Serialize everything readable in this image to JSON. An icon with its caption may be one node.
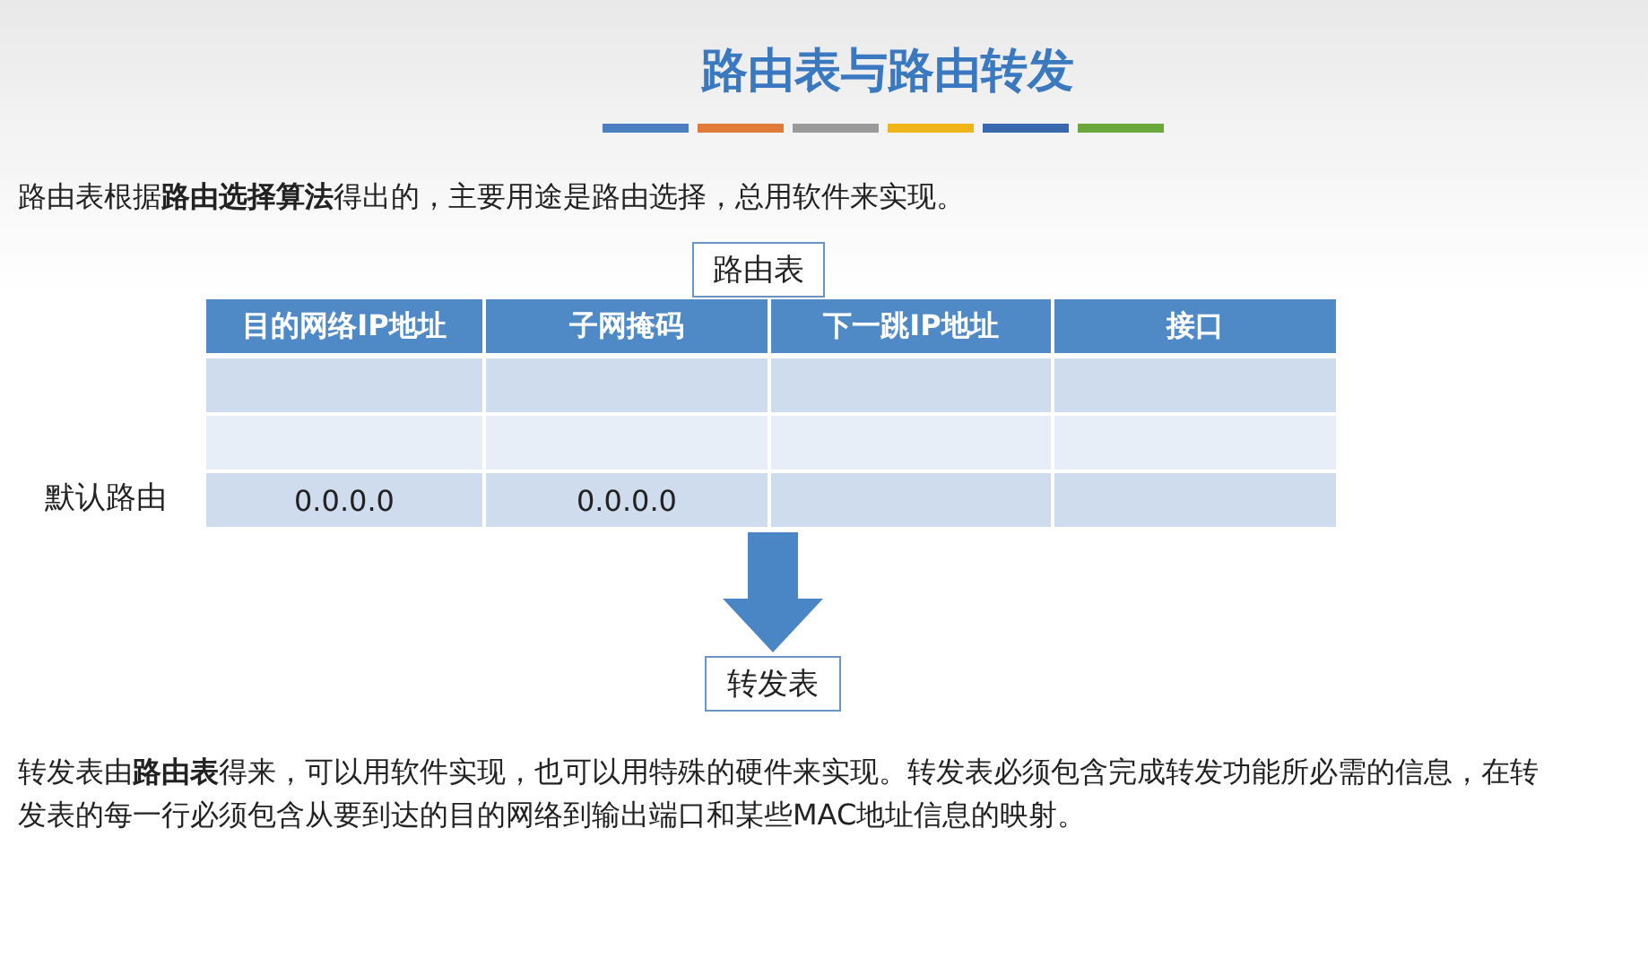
{
  "diagram": {
    "title": "路由表与路由转发",
    "nodes": [
      {
        "text": [
          "路由表"
        ]
      },
      {
        "text": [
          "转发表"
        ]
      }
    ],
    "edges": [
      {
        "from": 0,
        "to": 1,
        "arrow": "to"
      }
    ],
    "labels": [
      "路由表根据**路由选择算法**得出的，主要用途是路由选择，总用软件来实现。",
      "目的网络IP地址",
      "子网掩码",
      "下一跳IP地址",
      "接口",
      "默认路由",
      "0.0.0.0",
      "0.0.0.0",
      "转发表由**路由表**得来，可以用软件实现，也可以用特殊的硬件来实现。转发表必须包含完成转发功能所必需的信息，在转发表的每一行必须包含从要到达的目的网络到输出端口和某些MAC地址信息的映射。"
    ]
  }
}
